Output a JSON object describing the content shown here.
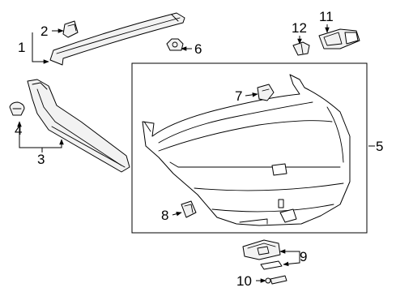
{
  "callouts": [
    {
      "id": "c1",
      "text": "1"
    },
    {
      "id": "c2",
      "text": "2"
    },
    {
      "id": "c3",
      "text": "3"
    },
    {
      "id": "c4",
      "text": "4"
    },
    {
      "id": "c5",
      "text": "5"
    },
    {
      "id": "c6",
      "text": "6"
    },
    {
      "id": "c7",
      "text": "7"
    },
    {
      "id": "c8",
      "text": "8"
    },
    {
      "id": "c9",
      "text": "9"
    },
    {
      "id": "c10",
      "text": "10"
    },
    {
      "id": "c11",
      "text": "11"
    },
    {
      "id": "c12",
      "text": "12"
    }
  ]
}
